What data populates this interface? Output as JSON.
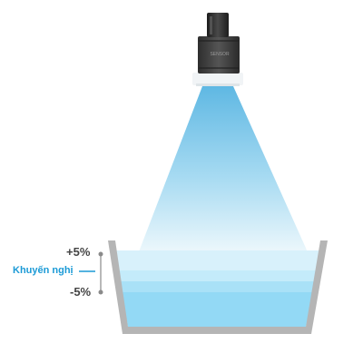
{
  "sensor": {
    "brand_mark": "SENSOR"
  },
  "tolerance": {
    "upper_label": "+5%",
    "recommended_label": "Khuyến nghị",
    "lower_label": "-5%",
    "upper_percent": 5,
    "lower_percent": -5
  },
  "colors": {
    "beam_top": "#5fb8e3",
    "beam_bottom": "#e6f4fb",
    "water_upper": "#d8f1fb",
    "water_band_top": "#c4ebfa",
    "water_band_bottom": "#a9e1f7",
    "water_lower": "#93d9f5",
    "tank_wall": "#b5b5b5",
    "sensor_body": "#3f3f3f",
    "accent_text": "#1b9ad6",
    "label_text": "#444444",
    "marker_dot": "#8a8a8a"
  },
  "icons": {
    "sensor": "ultrasonic-sensor-icon",
    "tank": "tank-icon"
  }
}
